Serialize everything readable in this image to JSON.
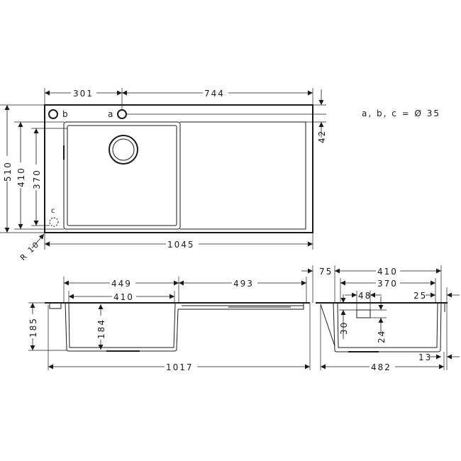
{
  "note": "a, b, c = Ø 35",
  "top_view": {
    "hole_labels": {
      "a": "a",
      "b": "b",
      "c": "c"
    },
    "dims": {
      "d301": "301",
      "d744": "744",
      "d42": "42",
      "d510": "510",
      "d410": "410",
      "d370": "370",
      "d1045": "1045",
      "radius": "R 10"
    }
  },
  "front_section": {
    "dims": {
      "d449": "449",
      "d493": "493",
      "d410": "410",
      "d185": "185",
      "d184": "184",
      "d1017": "1017"
    }
  },
  "side_section": {
    "dims": {
      "d75": "75",
      "d410": "410",
      "d370": "370",
      "d48": "48",
      "d25": "25",
      "d30": "30",
      "d24": "24",
      "d13": "13",
      "d482": "482"
    }
  }
}
